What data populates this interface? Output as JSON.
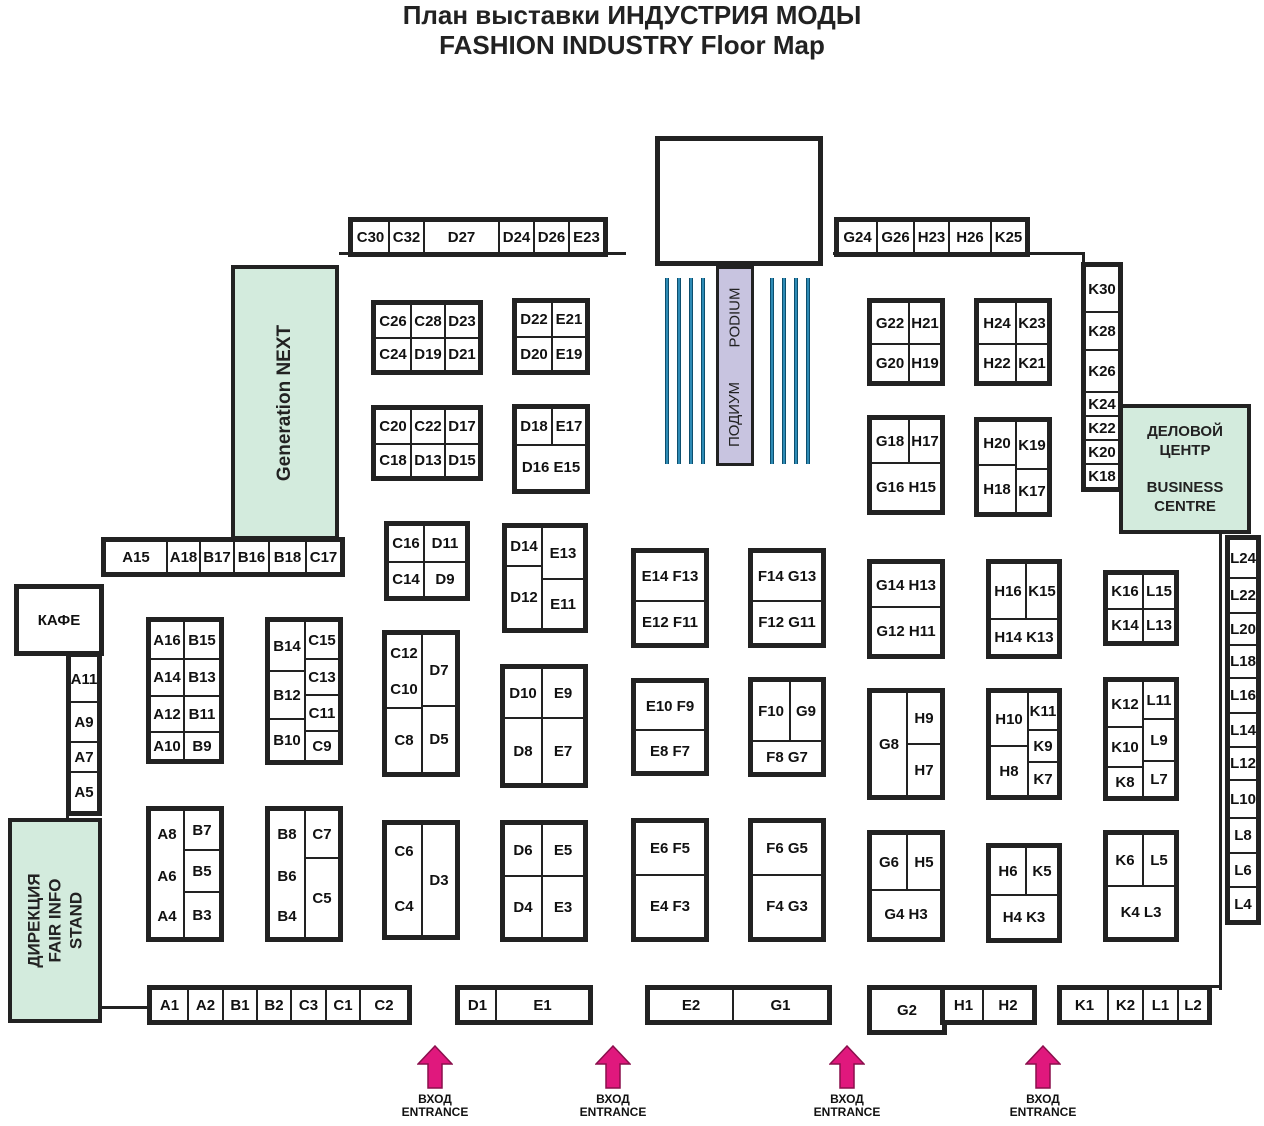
{
  "title": {
    "line1": "План выставки ИНДУСТРИЯ МОДЫ",
    "line2": "FASHION INDUSTRY Floor Map"
  },
  "zones": {
    "generation": "Generation NEXT",
    "cafe": "КАФЕ",
    "fair_info": "ДИРЕКЦИЯ FAIR INFO STAND",
    "business_ru": "ДЕЛОВОЙ ЦЕНТР",
    "business_en": "BUSINESS CENTRE",
    "podium_en": "PODIUM",
    "podium_ru": "ПОДИУМ"
  },
  "entrance": {
    "ru": "ВХОД",
    "en": "ENTRANCE"
  },
  "stands": {
    "top_row_left": [
      "C30",
      "C32",
      "D27",
      "D24",
      "D26",
      "E23"
    ],
    "top_row_right": [
      "G24",
      "G26",
      "H23",
      "H26",
      "K25"
    ],
    "k_col": [
      "K30",
      "K28",
      "K26",
      "K24",
      "K22",
      "K20",
      "K18"
    ],
    "a_row": [
      "A15",
      "A18",
      "B17",
      "B16",
      "B18",
      "C17"
    ],
    "a_col": [
      "A11",
      "A9",
      "A7",
      "A5"
    ],
    "l_col": [
      "L24",
      "L22",
      "L20",
      "L18",
      "L16",
      "L14",
      "L12",
      "L10",
      "L8",
      "L6",
      "L4"
    ],
    "bottom_a": [
      "A1",
      "A2",
      "B1",
      "B2",
      "C3",
      "C1",
      "C2"
    ],
    "bottom_d": [
      "D1",
      "E1"
    ],
    "bottom_e": [
      "E2",
      "G1"
    ],
    "bottom_g": [
      "G2"
    ],
    "bottom_h": [
      "H1",
      "H2"
    ],
    "bottom_k": [
      "K1",
      "K2",
      "L1",
      "L2"
    ],
    "c26": [
      "C26",
      "C28",
      "D23",
      "C24",
      "D19",
      "D21"
    ],
    "d22": [
      "D22",
      "E21",
      "D20",
      "E19"
    ],
    "c20": [
      "C20",
      "C22",
      "D17",
      "C18",
      "D13",
      "D15"
    ],
    "d18": [
      "D18",
      "E17",
      "D16 E15"
    ],
    "c16": [
      "C16",
      "D11",
      "C14",
      "D9"
    ],
    "d14": [
      "D14",
      "E13",
      "D12",
      "E11"
    ],
    "a16": [
      "A16",
      "B15",
      "A14",
      "B13",
      "A12",
      "B11",
      "A10",
      "B9"
    ],
    "b14": [
      "B14",
      "C15",
      "C13",
      "B12",
      "C11",
      "B10",
      "C9"
    ],
    "c12": [
      "C12",
      "C10",
      "D7",
      "C8",
      "D5"
    ],
    "d10": [
      "D10",
      "E9",
      "D8",
      "E7"
    ],
    "a8": [
      "A8",
      "B7",
      "A6",
      "B5",
      "A4",
      "B3"
    ],
    "b8": [
      "B8",
      "C7",
      "B6",
      "C5",
      "B4"
    ],
    "c6": [
      "C6",
      "C4",
      "D3"
    ],
    "d6": [
      "D6",
      "E5",
      "D4",
      "E3"
    ],
    "e14": [
      "E14 F13",
      "E12 F11"
    ],
    "f14": [
      "F14 G13",
      "F12 G11"
    ],
    "e10": [
      "E10 F9",
      "E8 F7"
    ],
    "f10": [
      "F10",
      "G9",
      "F8 G7"
    ],
    "e6": [
      "E6 F5",
      "E4 F3"
    ],
    "f6": [
      "F6 G5",
      "F4 G3"
    ],
    "g22": [
      "G22",
      "H21",
      "G20",
      "H19"
    ],
    "h24": [
      "H24",
      "K23",
      "H22",
      "K21"
    ],
    "g18": [
      "G18",
      "H17",
      "G16 H15"
    ],
    "h20": [
      "H20",
      "K19",
      "H18",
      "K17"
    ],
    "g14": [
      "G14 H13",
      "G12 H11"
    ],
    "h16": [
      "H16",
      "K15",
      "H14 K13"
    ],
    "k16": [
      "K16",
      "L15",
      "K14",
      "L13"
    ],
    "g8": [
      "G8",
      "H9",
      "H7"
    ],
    "h10": [
      "H10",
      "K11",
      "H8",
      "K9",
      "K7"
    ],
    "k12": [
      "K12",
      "L11",
      "K10",
      "L9",
      "K8",
      "L7"
    ],
    "g6": [
      "G6",
      "H5",
      "G4 H3"
    ],
    "h6": [
      "H6",
      "K5",
      "H4 K3"
    ],
    "k6": [
      "K6",
      "L5",
      "K4 L3"
    ]
  },
  "colors": {
    "zone_green": "#d3ebdd",
    "podium": "#c8c4e0",
    "entrance_arrow": "#e0187d"
  }
}
